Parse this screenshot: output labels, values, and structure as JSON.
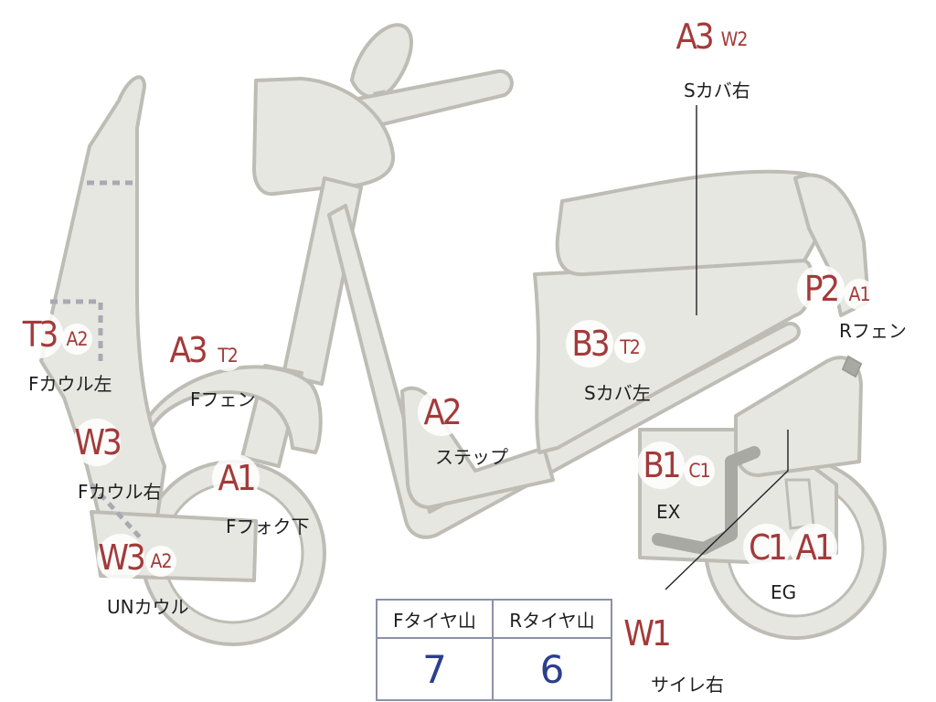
{
  "parts": [
    {
      "id": "s-cover-right",
      "grade": "A3",
      "sub": "W2",
      "label": "Sカバ右"
    },
    {
      "id": "r-fender",
      "grade": "P2",
      "sub": "A1",
      "label": "Rフェン"
    },
    {
      "id": "f-cowl-left",
      "grade": "T3",
      "sub": "A2",
      "label": "Fカウル左"
    },
    {
      "id": "f-fender",
      "grade": "A3",
      "sub": "T2",
      "label": "Fフェン"
    },
    {
      "id": "s-cover-left",
      "grade": "B3",
      "sub": "T2",
      "label": "Sカバ左"
    },
    {
      "id": "step",
      "grade": "A2",
      "sub": "",
      "label": "ステップ"
    },
    {
      "id": "f-cowl-right",
      "grade": "W3",
      "sub": "",
      "label": "Fカウル右"
    },
    {
      "id": "f-fork-lower",
      "grade": "A1",
      "sub": "",
      "label": "Fフォク下"
    },
    {
      "id": "exhaust",
      "grade": "B1",
      "sub": "C1",
      "label": "EX"
    },
    {
      "id": "engine",
      "grade": "C1",
      "sub": "A1",
      "label": "EG"
    },
    {
      "id": "under-cowl",
      "grade": "W3",
      "sub": "A2",
      "label": "UNカウル"
    },
    {
      "id": "silencer-right",
      "grade": "W1",
      "sub": "",
      "label": "サイレ右"
    }
  ],
  "tires": {
    "front_label": "Fタイヤ山",
    "rear_label": "Rタイヤ山",
    "front_value": "7",
    "rear_value": "6"
  }
}
